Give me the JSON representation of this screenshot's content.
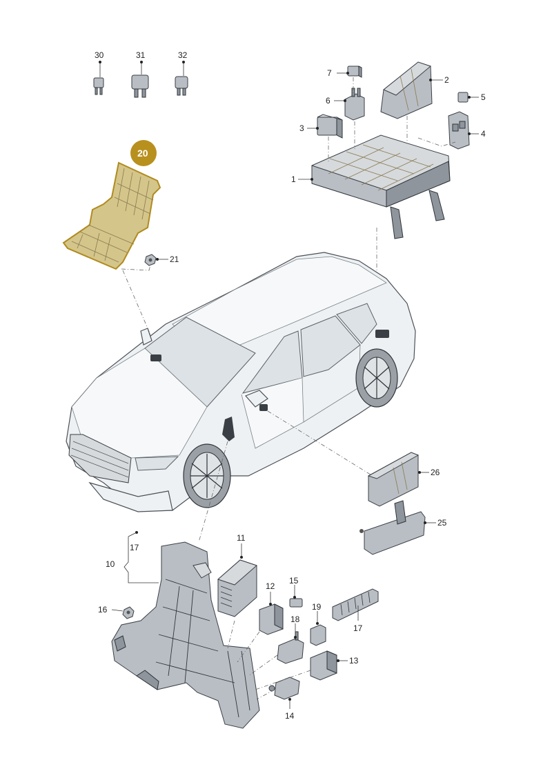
{
  "diagram": {
    "highlight": {
      "label": "20",
      "color": "#b8901e"
    },
    "callouts": {
      "c1": "1",
      "c2": "2",
      "c3": "3",
      "c4": "4",
      "c5": "5",
      "c6": "6",
      "c7": "7",
      "c10": "10",
      "c11": "11",
      "c12": "12",
      "c13": "13",
      "c14": "14",
      "c15": "15",
      "c16": "16",
      "c17a": "17",
      "c17b": "17",
      "c18": "18",
      "c19": "19",
      "c21": "21",
      "c25": "25",
      "c26": "26",
      "c30": "30",
      "c31": "31",
      "c32": "32"
    }
  }
}
